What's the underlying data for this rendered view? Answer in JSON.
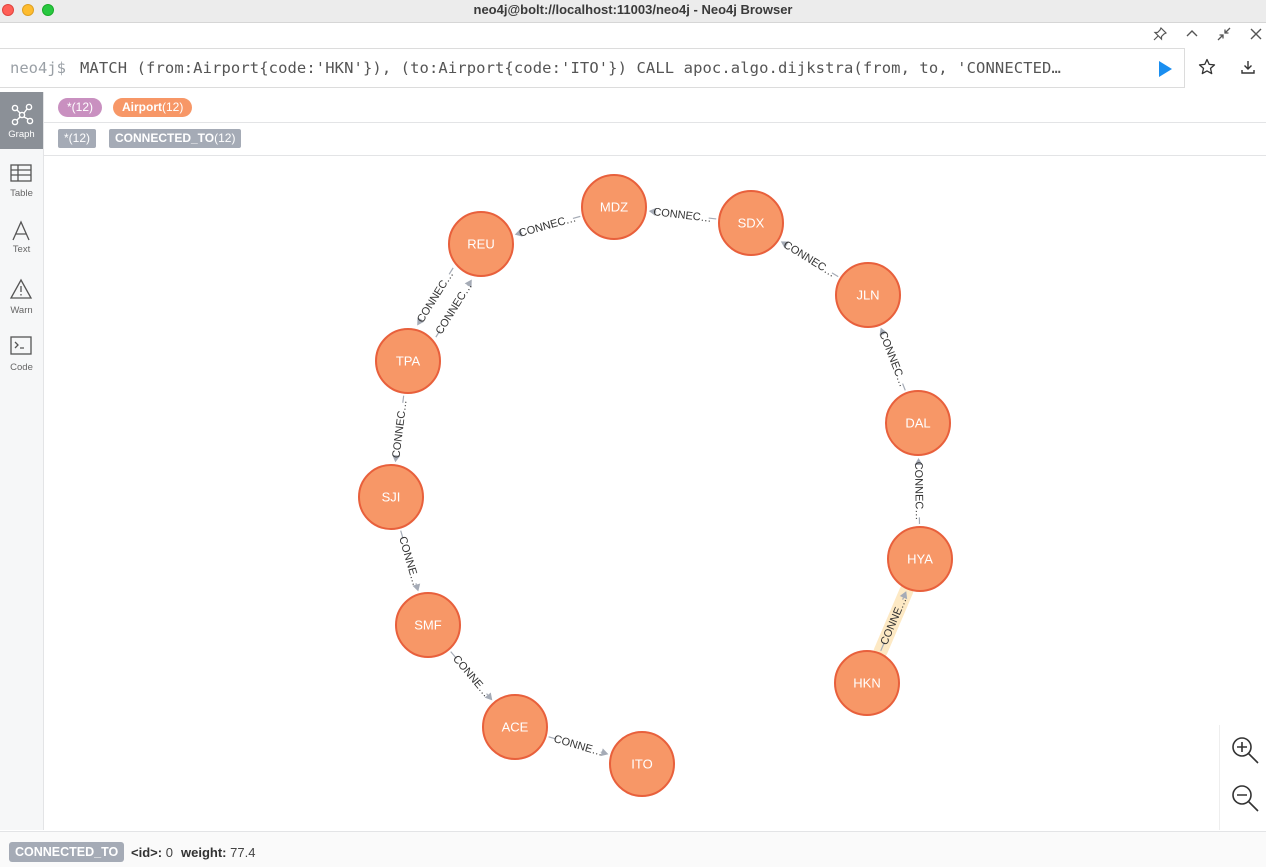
{
  "window": {
    "title": "neo4j@bolt://localhost:11003/neo4j - Neo4j Browser"
  },
  "editor": {
    "prompt": "neo4j$",
    "query": "MATCH (from:Airport{code:'HKN'}), (to:Airport{code:'ITO'}) CALL apoc.algo.dijkstra(from, to, 'CONNECTED…"
  },
  "sidebar": {
    "items": [
      {
        "label": "Graph",
        "icon": "graph-icon",
        "active": true
      },
      {
        "label": "Table",
        "icon": "table-icon",
        "active": false
      },
      {
        "label": "Text",
        "icon": "text-icon",
        "active": false
      },
      {
        "label": "Warn",
        "icon": "warn-icon",
        "active": false
      },
      {
        "label": "Code",
        "icon": "code-icon",
        "active": false
      }
    ]
  },
  "legend": {
    "node_labels": [
      {
        "name": "*",
        "count": "(12)",
        "color": "#c990c0"
      },
      {
        "name": "Airport",
        "count": "(12)",
        "color": "#f79767"
      }
    ],
    "rel_types": [
      {
        "name": "*",
        "count": "(12)"
      },
      {
        "name": "CONNECTED_TO",
        "count": "(12)"
      }
    ]
  },
  "graph": {
    "node_color": "#f79767",
    "node_border": "#e8603c",
    "nodes": [
      {
        "id": "MDZ"
      },
      {
        "id": "REU"
      },
      {
        "id": "SDX"
      },
      {
        "id": "JLN"
      },
      {
        "id": "TPA"
      },
      {
        "id": "DAL"
      },
      {
        "id": "SJI"
      },
      {
        "id": "HYA"
      },
      {
        "id": "SMF"
      },
      {
        "id": "HKN"
      },
      {
        "id": "ACE"
      },
      {
        "id": "ITO"
      }
    ],
    "edges": [
      {
        "from": "HKN",
        "to": "HYA",
        "label": "CONNE…",
        "selected": true
      },
      {
        "from": "HYA",
        "to": "DAL",
        "label": "CONNEC…"
      },
      {
        "from": "DAL",
        "to": "JLN",
        "label": "CONNEC…"
      },
      {
        "from": "JLN",
        "to": "SDX",
        "label": "CONNEC…"
      },
      {
        "from": "SDX",
        "to": "MDZ",
        "label": "CONNEC…"
      },
      {
        "from": "MDZ",
        "to": "REU",
        "label": "CONNEC…"
      },
      {
        "from": "REU",
        "to": "TPA",
        "label": "CONNEC…"
      },
      {
        "from": "TPA",
        "to": "REU",
        "label": "CONNEC…"
      },
      {
        "from": "TPA",
        "to": "SJI",
        "label": "CONNEC…"
      },
      {
        "from": "SJI",
        "to": "SMF",
        "label": "CONNE…"
      },
      {
        "from": "SMF",
        "to": "ACE",
        "label": "CONNE…"
      },
      {
        "from": "ACE",
        "to": "ITO",
        "label": "CONNE…"
      }
    ]
  },
  "footer": {
    "rel_type": "CONNECTED_TO",
    "id_label": "<id>:",
    "id_value": "0",
    "weight_label": "weight:",
    "weight_value": "77.4"
  }
}
